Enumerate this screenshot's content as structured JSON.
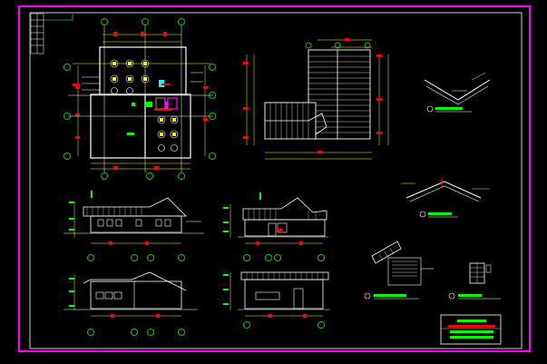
{
  "app": {
    "type": "cad-drawing-viewer"
  },
  "colors": {
    "background": "#000000",
    "frame_outer": "#ff00ff",
    "frame_inner": "#ffffff",
    "line": "#ffffff",
    "dimension": "#ffff00",
    "grid_axis": "#00ff00",
    "marker": "#ff0000",
    "accent": "#00ffff",
    "fill_plan": "#ff00ff"
  },
  "views": [
    {
      "id": "floor-plan"
    },
    {
      "id": "roof-plan"
    },
    {
      "id": "south-elevation"
    },
    {
      "id": "east-elevation"
    },
    {
      "id": "north-elevation"
    },
    {
      "id": "west-elevation"
    },
    {
      "id": "roof-detail-1"
    },
    {
      "id": "roof-detail-2"
    },
    {
      "id": "eave-detail"
    },
    {
      "id": "window-detail"
    }
  ]
}
